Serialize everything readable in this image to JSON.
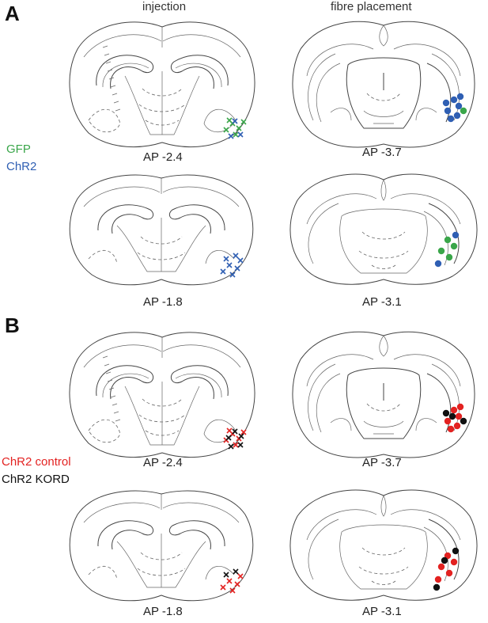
{
  "colors": {
    "gfp": "#3aa64a",
    "chr2": "#2f5fb3",
    "chr2_control": "#e32221",
    "chr2_kord": "#111111",
    "outline": "#444444"
  },
  "columns": {
    "injection": "injection",
    "fibre": "fibre placement"
  },
  "panels": [
    {
      "letter": "A",
      "legend": [
        {
          "label": "GFP",
          "color_key": "gfp"
        },
        {
          "label": "ChR2",
          "color_key": "chr2"
        }
      ],
      "sections": [
        {
          "id": "A-inj-1",
          "ap": "AP -2.4",
          "kind": "injection-caudal",
          "marks": [
            {
              "type": "x",
              "color_key": "gfp",
              "count": 6
            },
            {
              "type": "x",
              "color_key": "chr2",
              "count": 3
            }
          ]
        },
        {
          "id": "A-fib-1",
          "ap": "AP -3.7",
          "kind": "fibre-caudal",
          "marks": [
            {
              "type": "dot",
              "color_key": "chr2",
              "count": 7
            },
            {
              "type": "dot",
              "color_key": "gfp",
              "count": 1
            }
          ]
        },
        {
          "id": "A-inj-2",
          "ap": "AP -1.8",
          "kind": "injection-rostral",
          "marks": [
            {
              "type": "x",
              "color_key": "chr2",
              "count": 7
            }
          ]
        },
        {
          "id": "A-fib-2",
          "ap": "AP -3.1",
          "kind": "fibre-rostral",
          "marks": [
            {
              "type": "dot",
              "color_key": "gfp",
              "count": 4
            },
            {
              "type": "dot",
              "color_key": "chr2",
              "count": 2
            }
          ]
        }
      ]
    },
    {
      "letter": "B",
      "legend": [
        {
          "label": "ChR2 control",
          "color_key": "chr2_control"
        },
        {
          "label": "ChR2 KORD",
          "color_key": "chr2_kord"
        }
      ],
      "sections": [
        {
          "id": "B-inj-1",
          "ap": "AP -2.4",
          "kind": "injection-caudal",
          "marks": [
            {
              "type": "x",
              "color_key": "chr2_control",
              "count": 6
            },
            {
              "type": "x",
              "color_key": "chr2_kord",
              "count": 5
            }
          ]
        },
        {
          "id": "B-fib-1",
          "ap": "AP -3.7",
          "kind": "fibre-caudal",
          "marks": [
            {
              "type": "dot",
              "color_key": "chr2_control",
              "count": 6
            },
            {
              "type": "dot",
              "color_key": "chr2_kord",
              "count": 3
            }
          ]
        },
        {
          "id": "B-inj-2",
          "ap": "AP -1.8",
          "kind": "injection-rostral",
          "marks": [
            {
              "type": "x",
              "color_key": "chr2_control",
              "count": 5
            },
            {
              "type": "x",
              "color_key": "chr2_kord",
              "count": 2
            }
          ]
        },
        {
          "id": "B-fib-2",
          "ap": "AP -3.1",
          "kind": "fibre-rostral",
          "marks": [
            {
              "type": "dot",
              "color_key": "chr2_control",
              "count": 5
            },
            {
              "type": "dot",
              "color_key": "chr2_kord",
              "count": 3
            }
          ]
        }
      ]
    }
  ]
}
